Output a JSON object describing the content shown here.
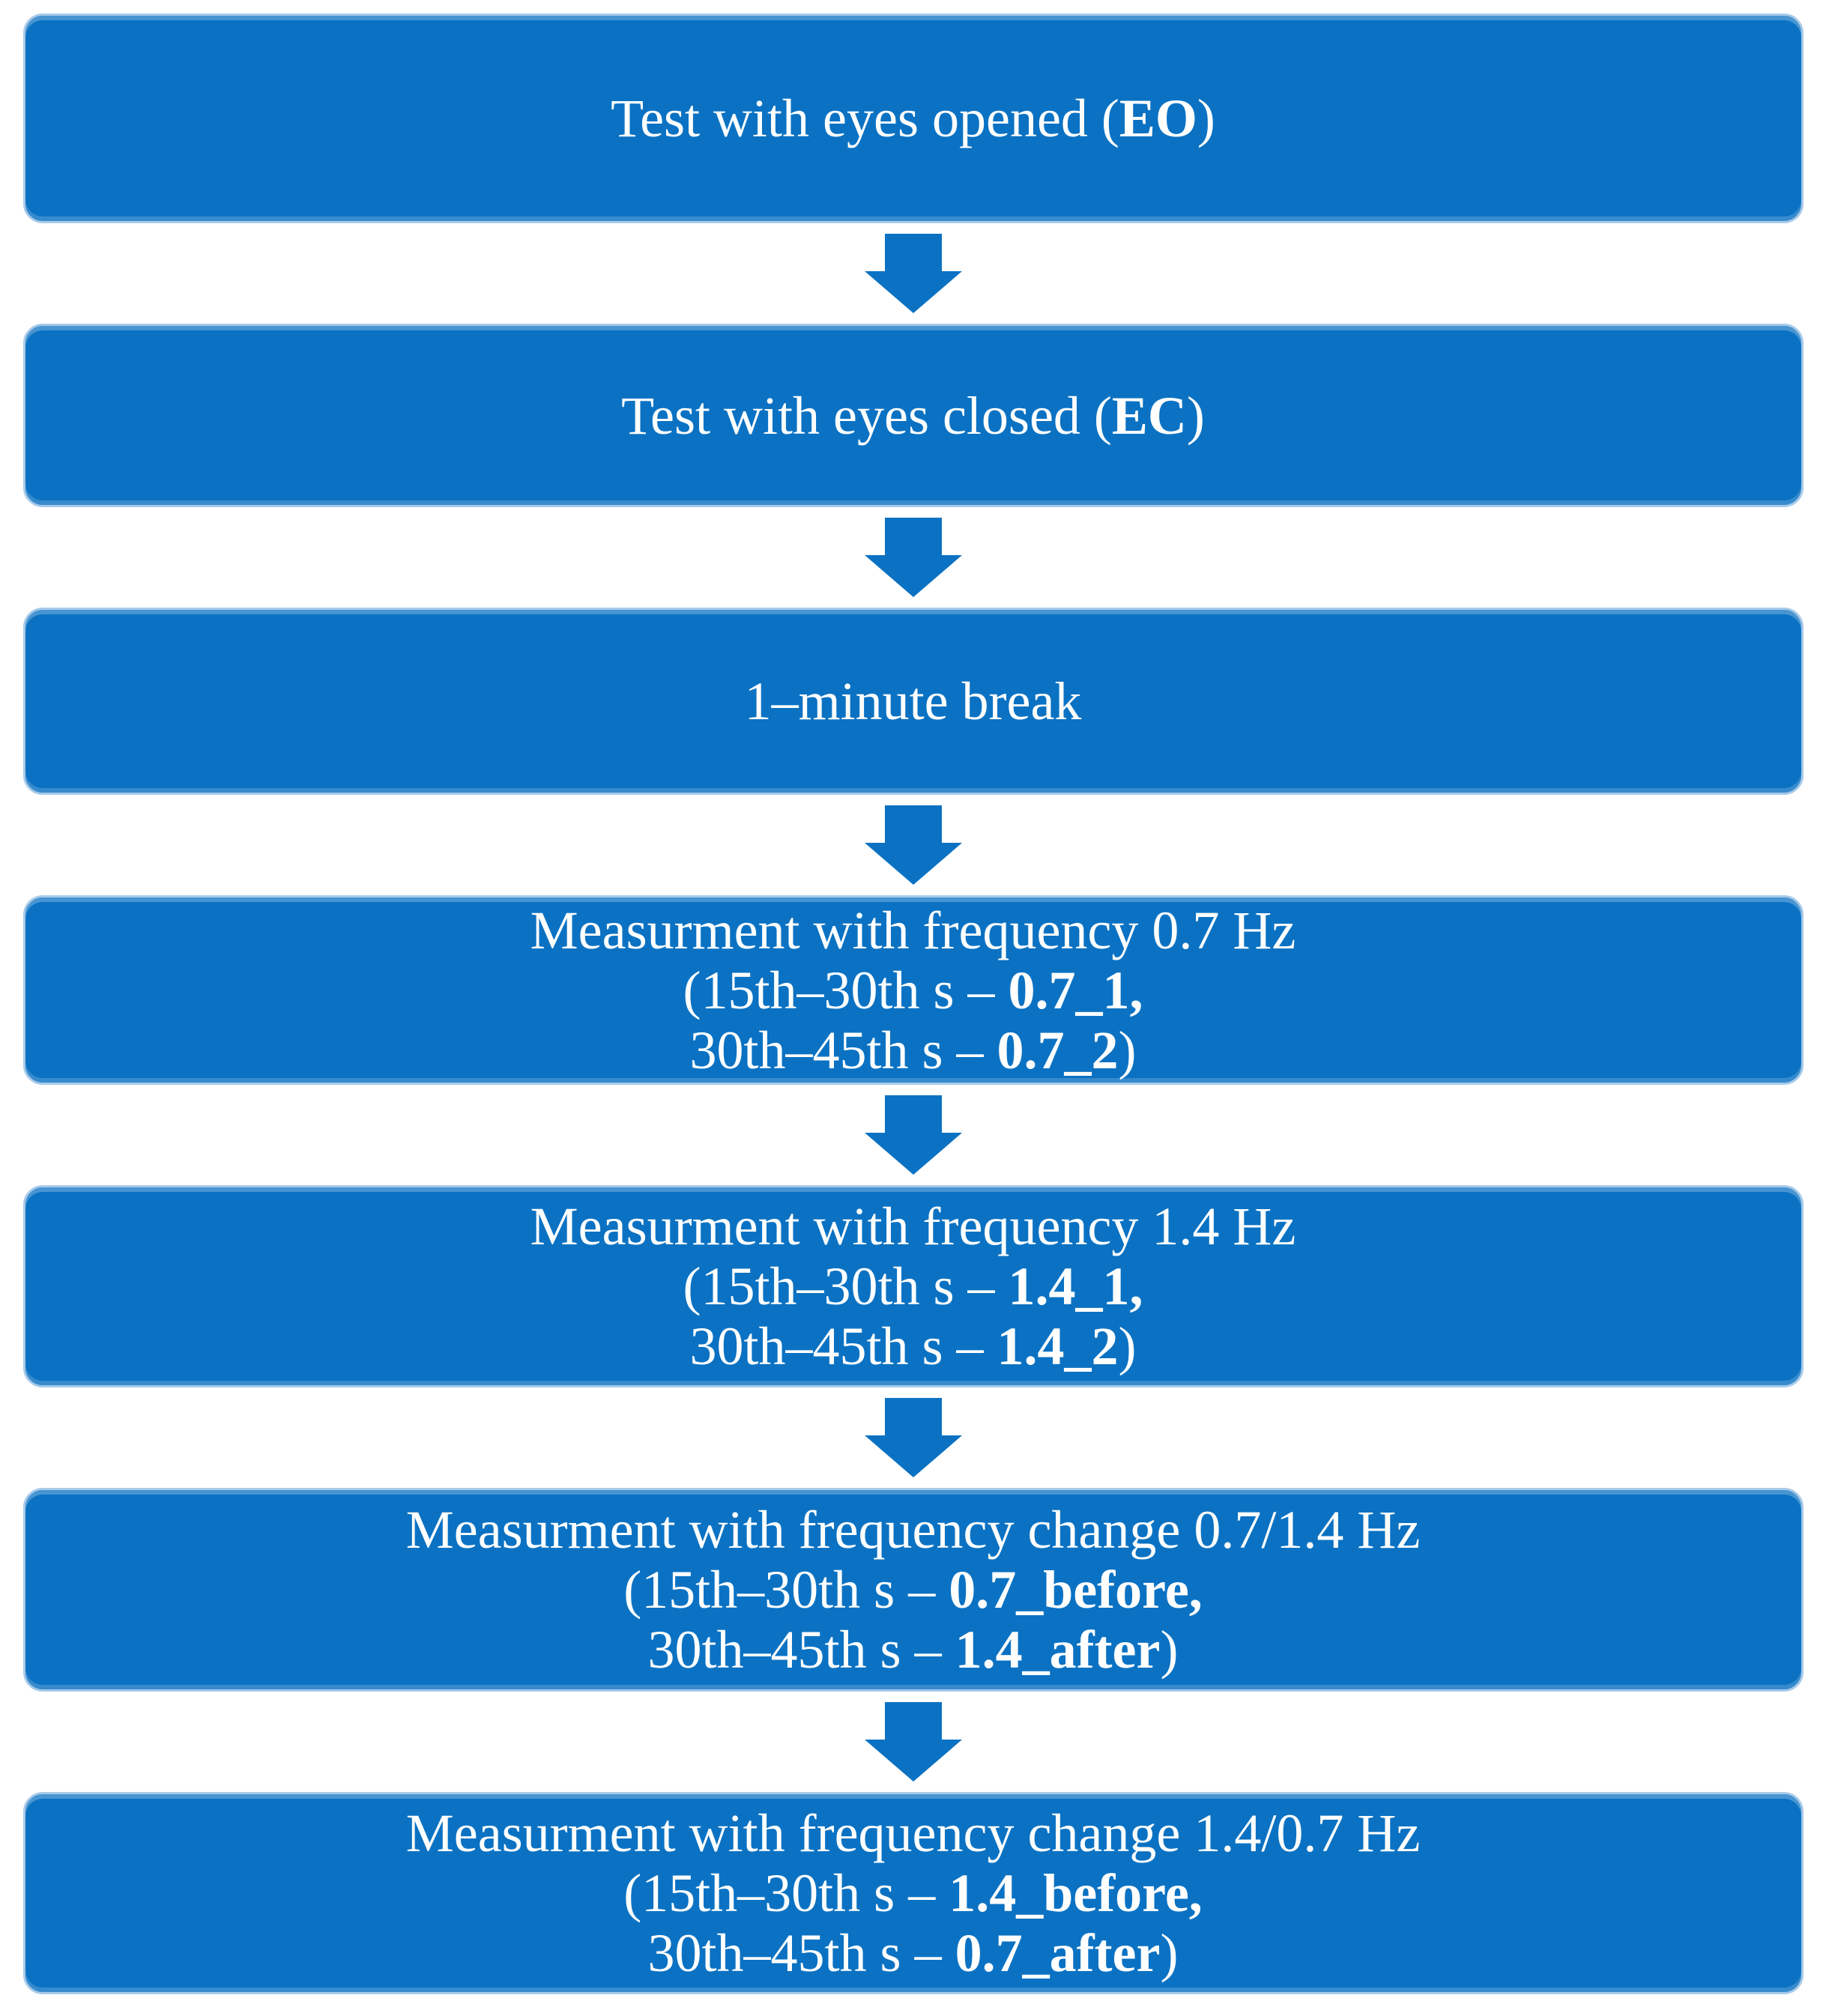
{
  "colors": {
    "box_fill": "#0b72c3",
    "box_border": "#a7cae9",
    "arrow": "#0b72c3",
    "text": "#ffffff",
    "page_background": "#ffffff"
  },
  "flowchart": {
    "boxes": [
      {
        "name": "test-eyes-opened",
        "lines": [
          {
            "segments": [
              {
                "text": "Test with eyes opened ("
              },
              {
                "text": "EO",
                "bold": true
              },
              {
                "text": ")"
              }
            ]
          }
        ]
      },
      {
        "name": "test-eyes-closed",
        "lines": [
          {
            "segments": [
              {
                "text": "Test with eyes closed ("
              },
              {
                "text": "EC",
                "bold": true
              },
              {
                "text": ")"
              }
            ]
          }
        ]
      },
      {
        "name": "one-minute-break",
        "lines": [
          {
            "segments": [
              {
                "text": "1–minute break"
              }
            ]
          }
        ]
      },
      {
        "name": "measurement-frequency-0-7",
        "lines": [
          {
            "segments": [
              {
                "text": "Measurment with frequency 0.7 Hz"
              }
            ]
          },
          {
            "segments": [
              {
                "text": "(15th–30th s – "
              },
              {
                "text": "0.7_1,",
                "bold": true
              }
            ]
          },
          {
            "segments": [
              {
                "text": "30th–45th s – "
              },
              {
                "text": "0.7_2",
                "bold": true
              },
              {
                "text": ")"
              }
            ]
          }
        ]
      },
      {
        "name": "measurement-frequency-1-4",
        "lines": [
          {
            "segments": [
              {
                "text": "Measurment with frequency 1.4 Hz"
              }
            ]
          },
          {
            "segments": [
              {
                "text": "(15th–30th s – "
              },
              {
                "text": "1.4_1,",
                "bold": true
              }
            ]
          },
          {
            "segments": [
              {
                "text": "30th–45th s – "
              },
              {
                "text": "1.4_2",
                "bold": true
              },
              {
                "text": ")"
              }
            ]
          }
        ]
      },
      {
        "name": "measurement-frequency-change-0-7-1-4",
        "lines": [
          {
            "segments": [
              {
                "text": "Measurment with frequency change 0.7/1.4 Hz"
              }
            ]
          },
          {
            "segments": [
              {
                "text": "(15th–30th s – "
              },
              {
                "text": "0.7_before,",
                "bold": true
              }
            ]
          },
          {
            "segments": [
              {
                "text": "30th–45th s – "
              },
              {
                "text": "1.4_after",
                "bold": true
              },
              {
                "text": ")"
              }
            ]
          }
        ]
      },
      {
        "name": "measurement-frequency-change-1-4-0-7",
        "lines": [
          {
            "segments": [
              {
                "text": "Measurment with frequency change 1.4/0.7 Hz"
              }
            ]
          },
          {
            "segments": [
              {
                "text": "(15th–30th s – "
              },
              {
                "text": "1.4_before,",
                "bold": true
              }
            ]
          },
          {
            "segments": [
              {
                "text": "30th–45th s – "
              },
              {
                "text": "0.7_after",
                "bold": true
              },
              {
                "text": ")"
              }
            ]
          }
        ]
      }
    ]
  }
}
